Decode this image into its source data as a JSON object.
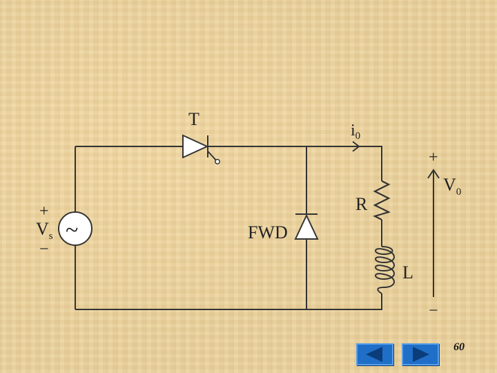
{
  "diagram": {
    "thyristor_label": "T",
    "current_label": "i",
    "current_subscript": "0",
    "resistor_label": "R",
    "inductor_label": "L",
    "diode_label": "FWD",
    "source_label": "V",
    "source_subscript": "s",
    "source_plus": "+",
    "source_minus": "−",
    "source_symbol": "~",
    "output_label": "V",
    "output_subscript": "0",
    "output_plus": "+",
    "output_minus": "−"
  },
  "navigation": {
    "back_icon": "left-arrow-icon",
    "forward_icon": "right-arrow-icon",
    "page_number": "60"
  },
  "colors": {
    "wire": "#333333",
    "nav_button": "#1f6fc8"
  }
}
